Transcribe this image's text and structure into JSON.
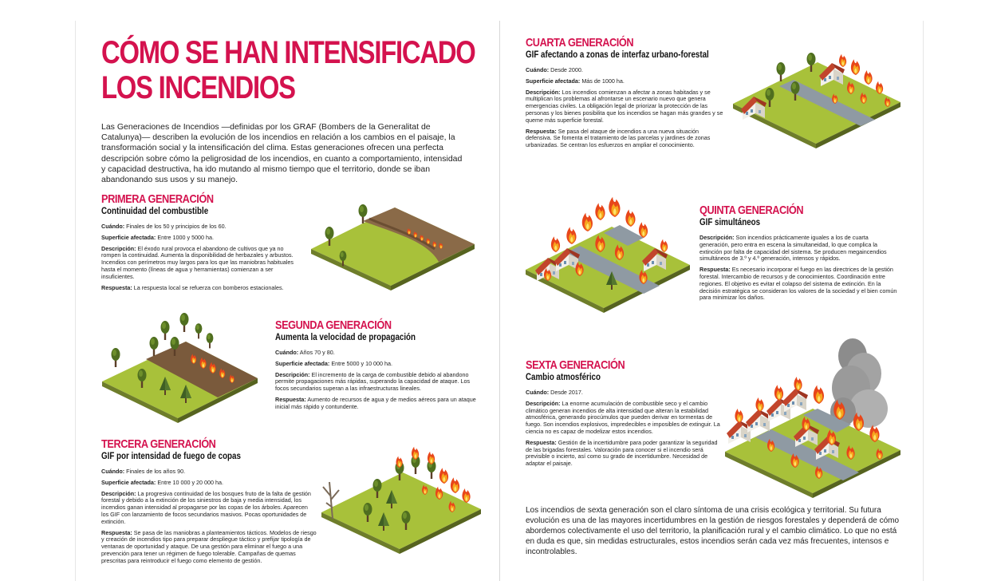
{
  "header": {
    "title_line1": "CÓMO SE HAN INTENSIFICADO",
    "title_line2": "LOS INCENDIOS"
  },
  "intro": "Las Generaciones de Incendios —definidas por los GRAF (Bombers de la Generalitat de Catalunya)— describen la evolución de los incendios en relación a los cambios en el paisaje, la transformación social y la intensificación del clima. Estas generaciones ofrecen una perfecta descripción sobre cómo la peligrosidad de los incendios, en cuanto a comportamiento, intensidad y capacidad destructiva, ha ido mutando al mismo tiempo que el territorio, donde se iban abandonando sus usos y su manejo.",
  "labels": {
    "cuando": "Cuándo:",
    "superficie": "Superficie afectada:",
    "descripcion": "Descripción:",
    "respuesta": "Respuesta:"
  },
  "generations": [
    {
      "title": "PRIMERA GENERACIÓN",
      "subtitle": "Continuidad del combustible",
      "cuando": "Finales de los 50 y principios de los 60.",
      "superficie": "Entre 1000 y 5000 ha.",
      "descripcion": "El éxodo rural provoca el abandono de cultivos que ya no rompen la continuidad. Aumenta la disponibilidad de herbazales y arbustos. Incendios con perímetros muy largos para los que las maniobras habituales hasta el momento (líneas de agua y herramientas) comienzan a ser insuficientes.",
      "respuesta": "La respuesta local se refuerza con bomberos estacionales."
    },
    {
      "title": "SEGUNDA GENERACIÓN",
      "subtitle": "Aumenta la velocidad de propagación",
      "cuando": "Años 70 y 80.",
      "superficie": "Entre 5000 y 10 000 ha.",
      "descripcion": "El incremento de la carga de combustible debido al abandono permite propagaciones más rápidas, superando la capacidad de ataque. Los focos secundarios superan a las infraestructuras lineales.",
      "respuesta": "Aumento de recursos de agua y de medios aéreos para un ataque inicial más rápido y contundente."
    },
    {
      "title": "TERCERA GENERACIÓN",
      "subtitle": "GIF por intensidad de fuego de copas",
      "cuando": "Finales de los años 90.",
      "superficie": "Entre 10 000 y 20 000 ha.",
      "descripcion": "La progresiva continuidad de los bosques fruto de la falta de gestión forestal y debido a la extinción de los siniestros de baja y media intensidad, los incendios ganan intensidad al propagarse por las copas de los árboles. Aparecen los GIF con lanzamiento de focos secundarios masivos. Pocas oportunidades de extinción.",
      "respuesta": "Se pasa de las maniobras a planteamientos tácticos. Modelos de riesgo y creación de incendios tipo para preparar despliegue táctico y prefijar tipología de ventanas de oportunidad y ataque. De una gestión para eliminar el fuego a una prevención para tener un régimen de fuego tolerable. Campañas de quemas prescritas para reintroducir el fuego como elemento de gestión."
    },
    {
      "title": "CUARTA GENERACIÓN",
      "subtitle": "GIF afectando a zonas de interfaz urbano-forestal",
      "cuando": "Desde 2000.",
      "superficie": "Más de 1000 ha.",
      "descripcion": "Los incendios comienzan a afectar a zonas habitadas y se multiplican los problemas al afrontarse un escenario nuevo que genera emergencias civiles. La obligación legal de priorizar la protección de las personas y los bienes posibilita que los incendios se hagan más grandes y se queme más superficie forestal.",
      "respuesta": "Se pasa del ataque de incendios a una nueva situación defensiva. Se fomenta el tratamiento de las parcelas y jardines de zonas urbanizadas. Se centran los esfuerzos en ampliar el conocimiento."
    },
    {
      "title": "QUINTA GENERACIÓN",
      "subtitle": "GIF simultáneos",
      "descripcion": "Son incendios prácticamente iguales a los de cuarta generación, pero entra en escena la simultaneidad, lo que complica la extinción por falta de capacidad del sistema. Se producen megaincendios simultáneos de 3.º y 4.º generación, intensos y rápidos.",
      "respuesta": "Es necesario incorporar el fuego en las directrices de la gestión forestal. Intercambio de recursos y de conocimientos. Coordinación entre regiones. El objetivo es evitar el colapso del sistema de extinción. En la decisión estratégica se consideran los valores de la sociedad y el bien común para minimizar los daños."
    },
    {
      "title": "SEXTA GENERACIÓN",
      "subtitle": "Cambio atmosférico",
      "cuando": "Desde 2017.",
      "descripcion": "La enorme acumulación de combustible seco y el cambio climático generan incendios de alta intensidad que alteran la estabilidad atmosférica, generando pirocúmulos que pueden derivar en tormentas de fuego. Son incendios explosivos, impredecibles e imposibles de extinguir. La ciencia no es capaz de modelizar estos incendios.",
      "respuesta": "Gestión de la incertidumbre para poder garantizar la seguridad de las brigadas forestales. Valoración para conocer si el incendio será previsible o incierto, así como su grado de incertidumbre. Necesidad de adaptar el paisaje."
    }
  ],
  "closing": "Los incendios de sexta generación son el claro síntoma de una crisis ecológica y territorial. Su futura evolución es una de las mayores incertidumbres en la gestión de riesgos forestales y dependerá de cómo abordemos colectivamente el uso del territorio, la planificación rural y el cambio climático. Lo que no está en duda es que, sin medidas estructurales, estos incendios serán cada vez más frecuentes, intensos e incontrolables.",
  "colors": {
    "accent": "#d4124e",
    "grass": "#a8c13a",
    "soil": "#7a5a3c",
    "flame": "#f0621c",
    "road": "#8f9aa3"
  }
}
